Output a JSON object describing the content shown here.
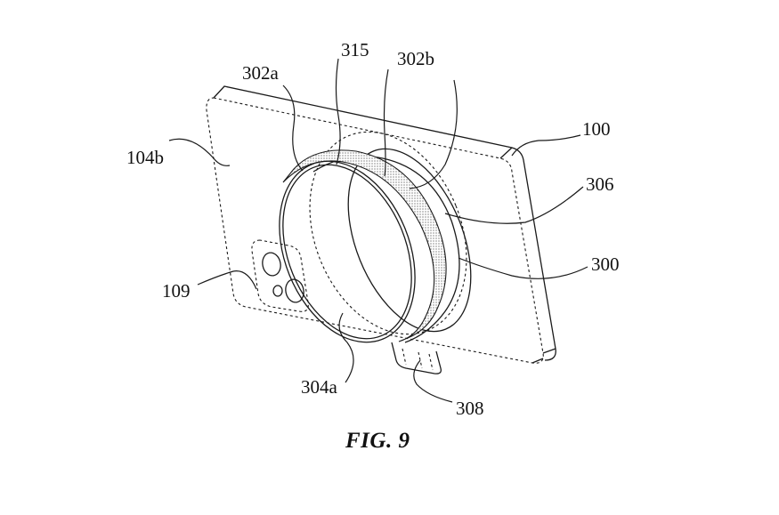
{
  "figure": {
    "caption": "FIG. 9",
    "labels": {
      "ref_302a": "302a",
      "ref_315": "315",
      "ref_302b": "302b",
      "ref_100": "100",
      "ref_104b": "104b",
      "ref_306": "306",
      "ref_300": "300",
      "ref_109": "109",
      "ref_304a": "304a",
      "ref_308": "308"
    }
  }
}
